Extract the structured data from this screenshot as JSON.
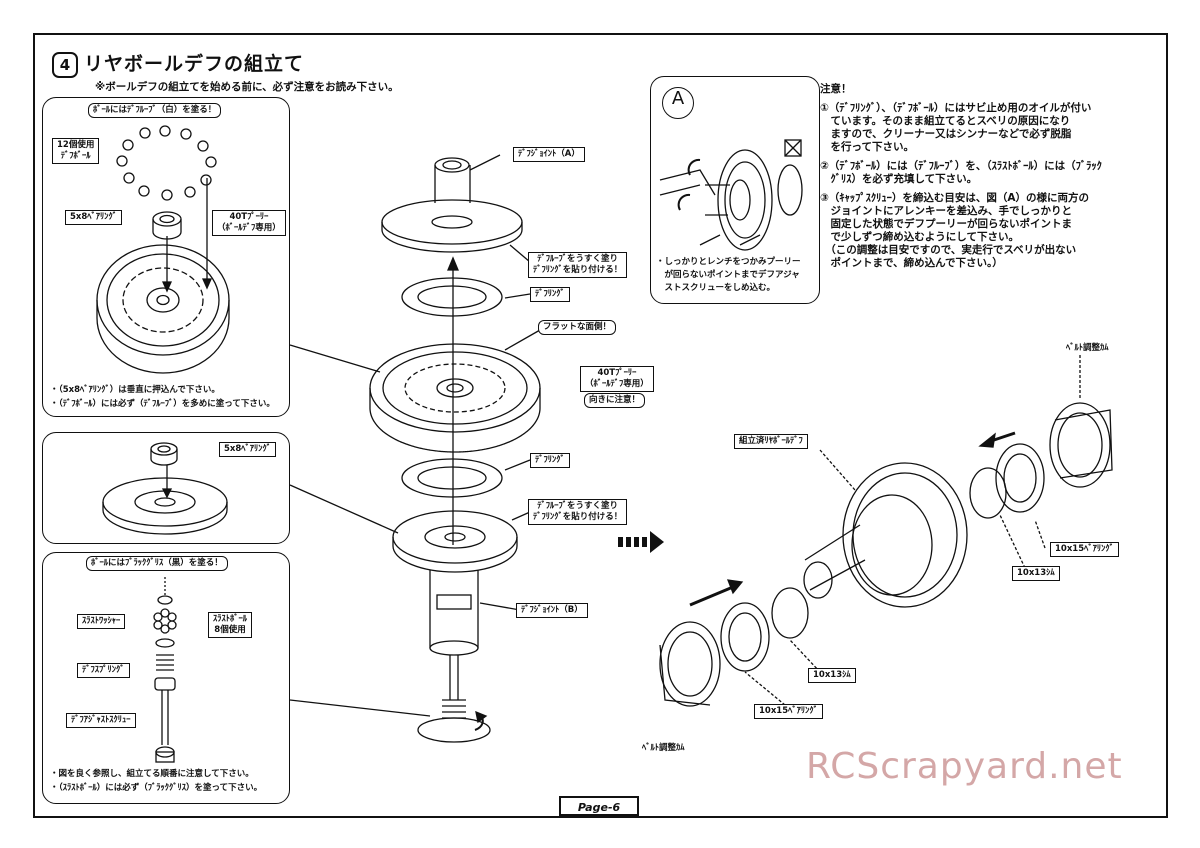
{
  "header": {
    "step_number": "4",
    "title": "リヤボールデフの組立て",
    "subtitle": "※ボールデフの組立てを始める前に、必ず注意をお読み下さい。"
  },
  "panel_top": {
    "header": "ﾎﾞｰﾙにはﾃﾞﾌﾙｰﾌﾞ（白）を塗る！",
    "balls_label": "12個使用\nﾃﾞﾌﾎﾞｰﾙ",
    "bearing_label": "5x8ﾍﾞｱﾘﾝｸﾞ",
    "pulley_label": "40Tﾌﾟｰﾘｰ\n（ﾎﾞｰﾙﾃﾞﾌ専用）",
    "notes": [
      "・（5x8ﾍﾞｱﾘﾝｸﾞ）は垂直に押込んで下さい。",
      "・（ﾃﾞﾌﾎﾞｰﾙ）には必ず（ﾃﾞﾌﾙｰﾌﾞ）を多めに塗って下さい。"
    ]
  },
  "panel_mid": {
    "bearing_label": "5x8ﾍﾞｱﾘﾝｸﾞ"
  },
  "panel_bottom": {
    "header": "ﾎﾞｰﾙにはﾌﾞﾗｯｸｸﾞﾘｽ（黒）を塗る！",
    "thrust_washer": "ｽﾗｽﾄﾜｯｼｬｰ",
    "thrust_ball": "ｽﾗｽﾄﾎﾞｰﾙ\n8個使用",
    "diff_spring": "ﾃﾞﾌｽﾌﾟﾘﾝｸﾞ",
    "adjust_screw": "ﾃﾞﾌｱｼﾞｬｽﾄｽｸﾘｭｰ",
    "notes": [
      "・図を良く参照し、組立てる順番に注意して下さい。",
      "・（ｽﾗｽﾄﾎﾞｰﾙ）には必ず（ﾌﾞﾗｯｸｸﾞﾘｽ）を塗って下さい。"
    ]
  },
  "center": {
    "diff_joint_a": "ﾃﾞﾌｼﾞｮｲﾝﾄ（A）",
    "lube_note_1": "ﾃﾞﾌﾙｰﾌﾞをうすく塗り\nﾃﾞﾌﾘﾝｸﾞを貼り付ける！",
    "diff_ring_1": "ﾃﾞﾌﾘﾝｸﾞ",
    "flat_side": "フラットな面側！",
    "pulley_label": "40Tﾌﾟｰﾘｰ\n（ﾎﾞｰﾙﾃﾞﾌ専用）",
    "direction_note": "向きに注意！",
    "diff_ring_2": "ﾃﾞﾌﾘﾝｸﾞ",
    "lube_note_2": "ﾃﾞﾌﾙｰﾌﾞをうすく塗り\nﾃﾞﾌﾘﾝｸﾞを貼り付ける！",
    "diff_joint_b": "ﾃﾞﾌｼﾞｮｲﾝﾄ（B）"
  },
  "detail_a": {
    "badge": "A",
    "caption": [
      "・しっかりとレンチをつかみプーリー",
      "　が回らないポイントまでデフアジャ",
      "　ストスクリューをしめ込む。"
    ]
  },
  "caution": {
    "title": "注意！",
    "items": [
      "①（ﾃﾞﾌﾘﾝｸﾞ）、（ﾃﾞﾌﾎﾞｰﾙ）にはサビ止め用のオイルが付い\n　ています。そのまま組立てるとスベリの原因になり\n　ますので、クリーナー又はシンナーなどで必ず脱脂\n　を行って下さい。",
      "②（ﾃﾞﾌﾎﾞｰﾙ）には（ﾃﾞﾌﾙｰﾌﾞ）を、（ｽﾗｽﾄﾎﾞｰﾙ）には（ﾌﾞﾗｯｸ\n　ｸﾞﾘｽ）を必ず充填して下さい。",
      "③（ｷｬｯﾌﾟｽｸﾘｭｰ）を締込む目安は、図（A）の様に両方の\n　ジョイントにアレンキーを差込み、手でしっかりと\n　固定した状態でデフプーリーが回らないポイントま\n　で少しずつ締め込むようにして下さい。\n　（この調整は目安ですので、実走行でスベリが出ない\n　ポイントまで、締め込んで下さい。）"
    ]
  },
  "right_assembly": {
    "belt_cam_top": "ﾍﾞﾙﾄ調整ｶﾑ",
    "assembled_diff": "組立済ﾘﾔﾎﾞｰﾙﾃﾞﾌ",
    "bearing_10x15_top": "10x15ﾍﾞｱﾘﾝｸﾞ",
    "shim_top": "10x13ｼﾑ",
    "shim_bottom": "10x13ｼﾑ",
    "bearing_10x15_bottom": "10x15ﾍﾞｱﾘﾝｸﾞ",
    "belt_cam_bottom": "ﾍﾞﾙﾄ調整ｶﾑ"
  },
  "footer": {
    "page": "Page-6"
  },
  "watermark": "RCScrapyard.net"
}
